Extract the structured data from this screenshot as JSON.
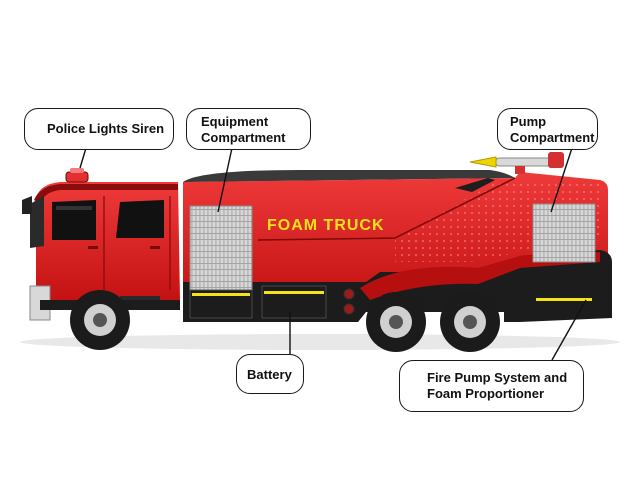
{
  "diagram": {
    "truck_label": "FOAM TRUCK",
    "callouts": {
      "police_lights_siren": "Police Lights Siren",
      "equipment_compartment_line1": "Equipment",
      "equipment_compartment_line2": "Compartment",
      "pump_compartment_line1": "Pump",
      "pump_compartment_line2": "Compartment",
      "battery": "Battery",
      "fire_pump_line1": "Fire Pump System and",
      "fire_pump_line2": "Foam Proportioner"
    }
  },
  "colors": {
    "body_red": "#e01e1e",
    "dark_red": "#b50f0f",
    "chassis": "#1c1c1c",
    "label_yellow": "#f5e31a",
    "shutter_gray": "#c8c8c8"
  }
}
